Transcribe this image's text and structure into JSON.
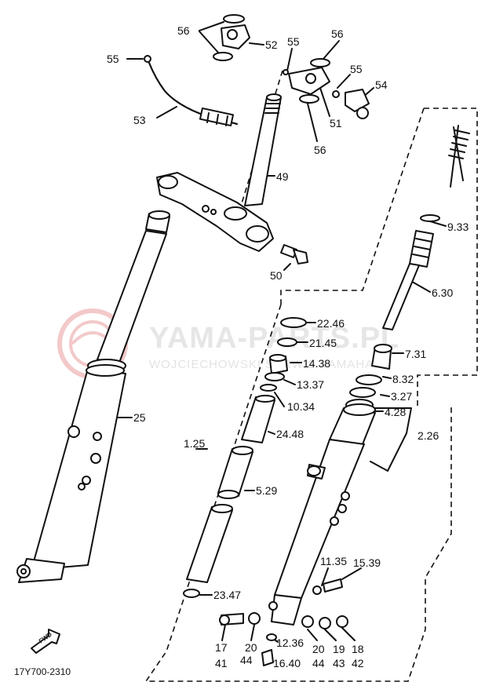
{
  "watermark": {
    "title": "YAMA-PARTS.PL",
    "subtitle": "WOJCIECHOWSKI SERWIS YAMAHA"
  },
  "diagram_code": "17Y700-2310",
  "forward_arrow": "FWD",
  "labels": [
    {
      "id": "l56a",
      "text": "56"
    },
    {
      "id": "l52",
      "text": "52"
    },
    {
      "id": "l55a",
      "text": "55"
    },
    {
      "id": "l55b",
      "text": "55"
    },
    {
      "id": "l56b",
      "text": "56"
    },
    {
      "id": "l55c",
      "text": "55"
    },
    {
      "id": "l54",
      "text": "54"
    },
    {
      "id": "l53",
      "text": "53"
    },
    {
      "id": "l51",
      "text": "51"
    },
    {
      "id": "l56c",
      "text": "56"
    },
    {
      "id": "l49",
      "text": "49"
    },
    {
      "id": "l933",
      "text": "9.33"
    },
    {
      "id": "l50",
      "text": "50"
    },
    {
      "id": "l630",
      "text": "6.30"
    },
    {
      "id": "l2246",
      "text": "22.46"
    },
    {
      "id": "l2145",
      "text": "21.45"
    },
    {
      "id": "l1438",
      "text": "14.38"
    },
    {
      "id": "l731",
      "text": "7.31"
    },
    {
      "id": "l832",
      "text": "8.32"
    },
    {
      "id": "l1337",
      "text": "13.37"
    },
    {
      "id": "l327",
      "text": "3.27"
    },
    {
      "id": "l1034",
      "text": "10.34"
    },
    {
      "id": "l428",
      "text": "4.28"
    },
    {
      "id": "l25",
      "text": "25"
    },
    {
      "id": "l2448",
      "text": "24.48"
    },
    {
      "id": "l226",
      "text": "2.26"
    },
    {
      "id": "l125",
      "text": "1.25"
    },
    {
      "id": "l529",
      "text": "5.29"
    },
    {
      "id": "l1135",
      "text": "11.35"
    },
    {
      "id": "l1539",
      "text": "15.39"
    },
    {
      "id": "l2347",
      "text": "23.47"
    },
    {
      "id": "l1236",
      "text": "12.36"
    },
    {
      "id": "l17",
      "text": "17"
    },
    {
      "id": "l41",
      "text": "41"
    },
    {
      "id": "l20a",
      "text": "20"
    },
    {
      "id": "l44a",
      "text": "44"
    },
    {
      "id": "l1640",
      "text": "16.40"
    },
    {
      "id": "l20b",
      "text": "20"
    },
    {
      "id": "l44b",
      "text": "44"
    },
    {
      "id": "l19",
      "text": "19"
    },
    {
      "id": "l43",
      "text": "43"
    },
    {
      "id": "l18",
      "text": "18"
    },
    {
      "id": "l42",
      "text": "42"
    }
  ]
}
